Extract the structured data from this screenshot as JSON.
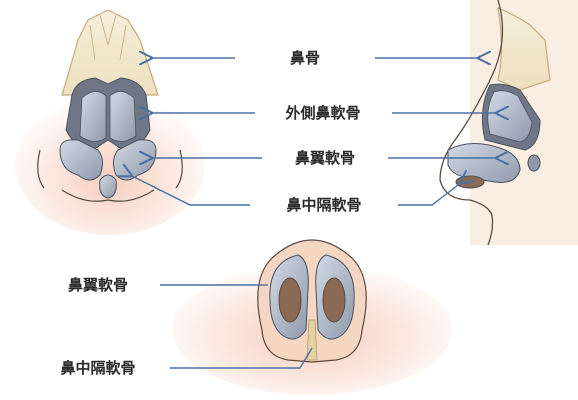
{
  "labels": {
    "nasal_bone": "鼻骨",
    "upper_lateral_cartilage": "外側鼻軟骨",
    "alar_cartilage_top": "鼻翼軟骨",
    "septal_cartilage_top": "鼻中隔軟骨",
    "alar_cartilage_bottom": "鼻翼軟骨",
    "septal_cartilage_bottom": "鼻中隔軟骨"
  },
  "colors": {
    "skin_glow": "#f6c9b6",
    "bone": "#f3ead2",
    "cartilage": "#b9c3d4",
    "cartilage_dark": "#6f7786",
    "nostril": "#8a6a55",
    "arrow": "#4a6fa5",
    "outline": "#5a4a3e"
  }
}
